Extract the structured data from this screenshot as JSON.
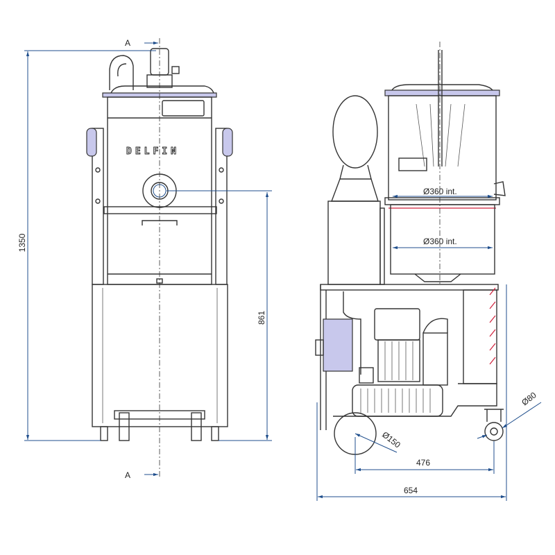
{
  "drawing": {
    "brand": "DELFIN",
    "section_marks": [
      "A",
      "A"
    ],
    "dimensions": {
      "overall_height": "1350",
      "inlet_height": "861",
      "wheelbase": "476",
      "overall_length": "654",
      "rear_wheel_dia": "Ø150",
      "castor_dia": "Ø80",
      "upper_tank_dia": "Ø360 int.",
      "lower_tank_dia": "Ø360 int."
    },
    "colors": {
      "dimension": "#1f4e8c",
      "highlight": "#c8c8ec",
      "hazard": "#d0203a"
    }
  }
}
